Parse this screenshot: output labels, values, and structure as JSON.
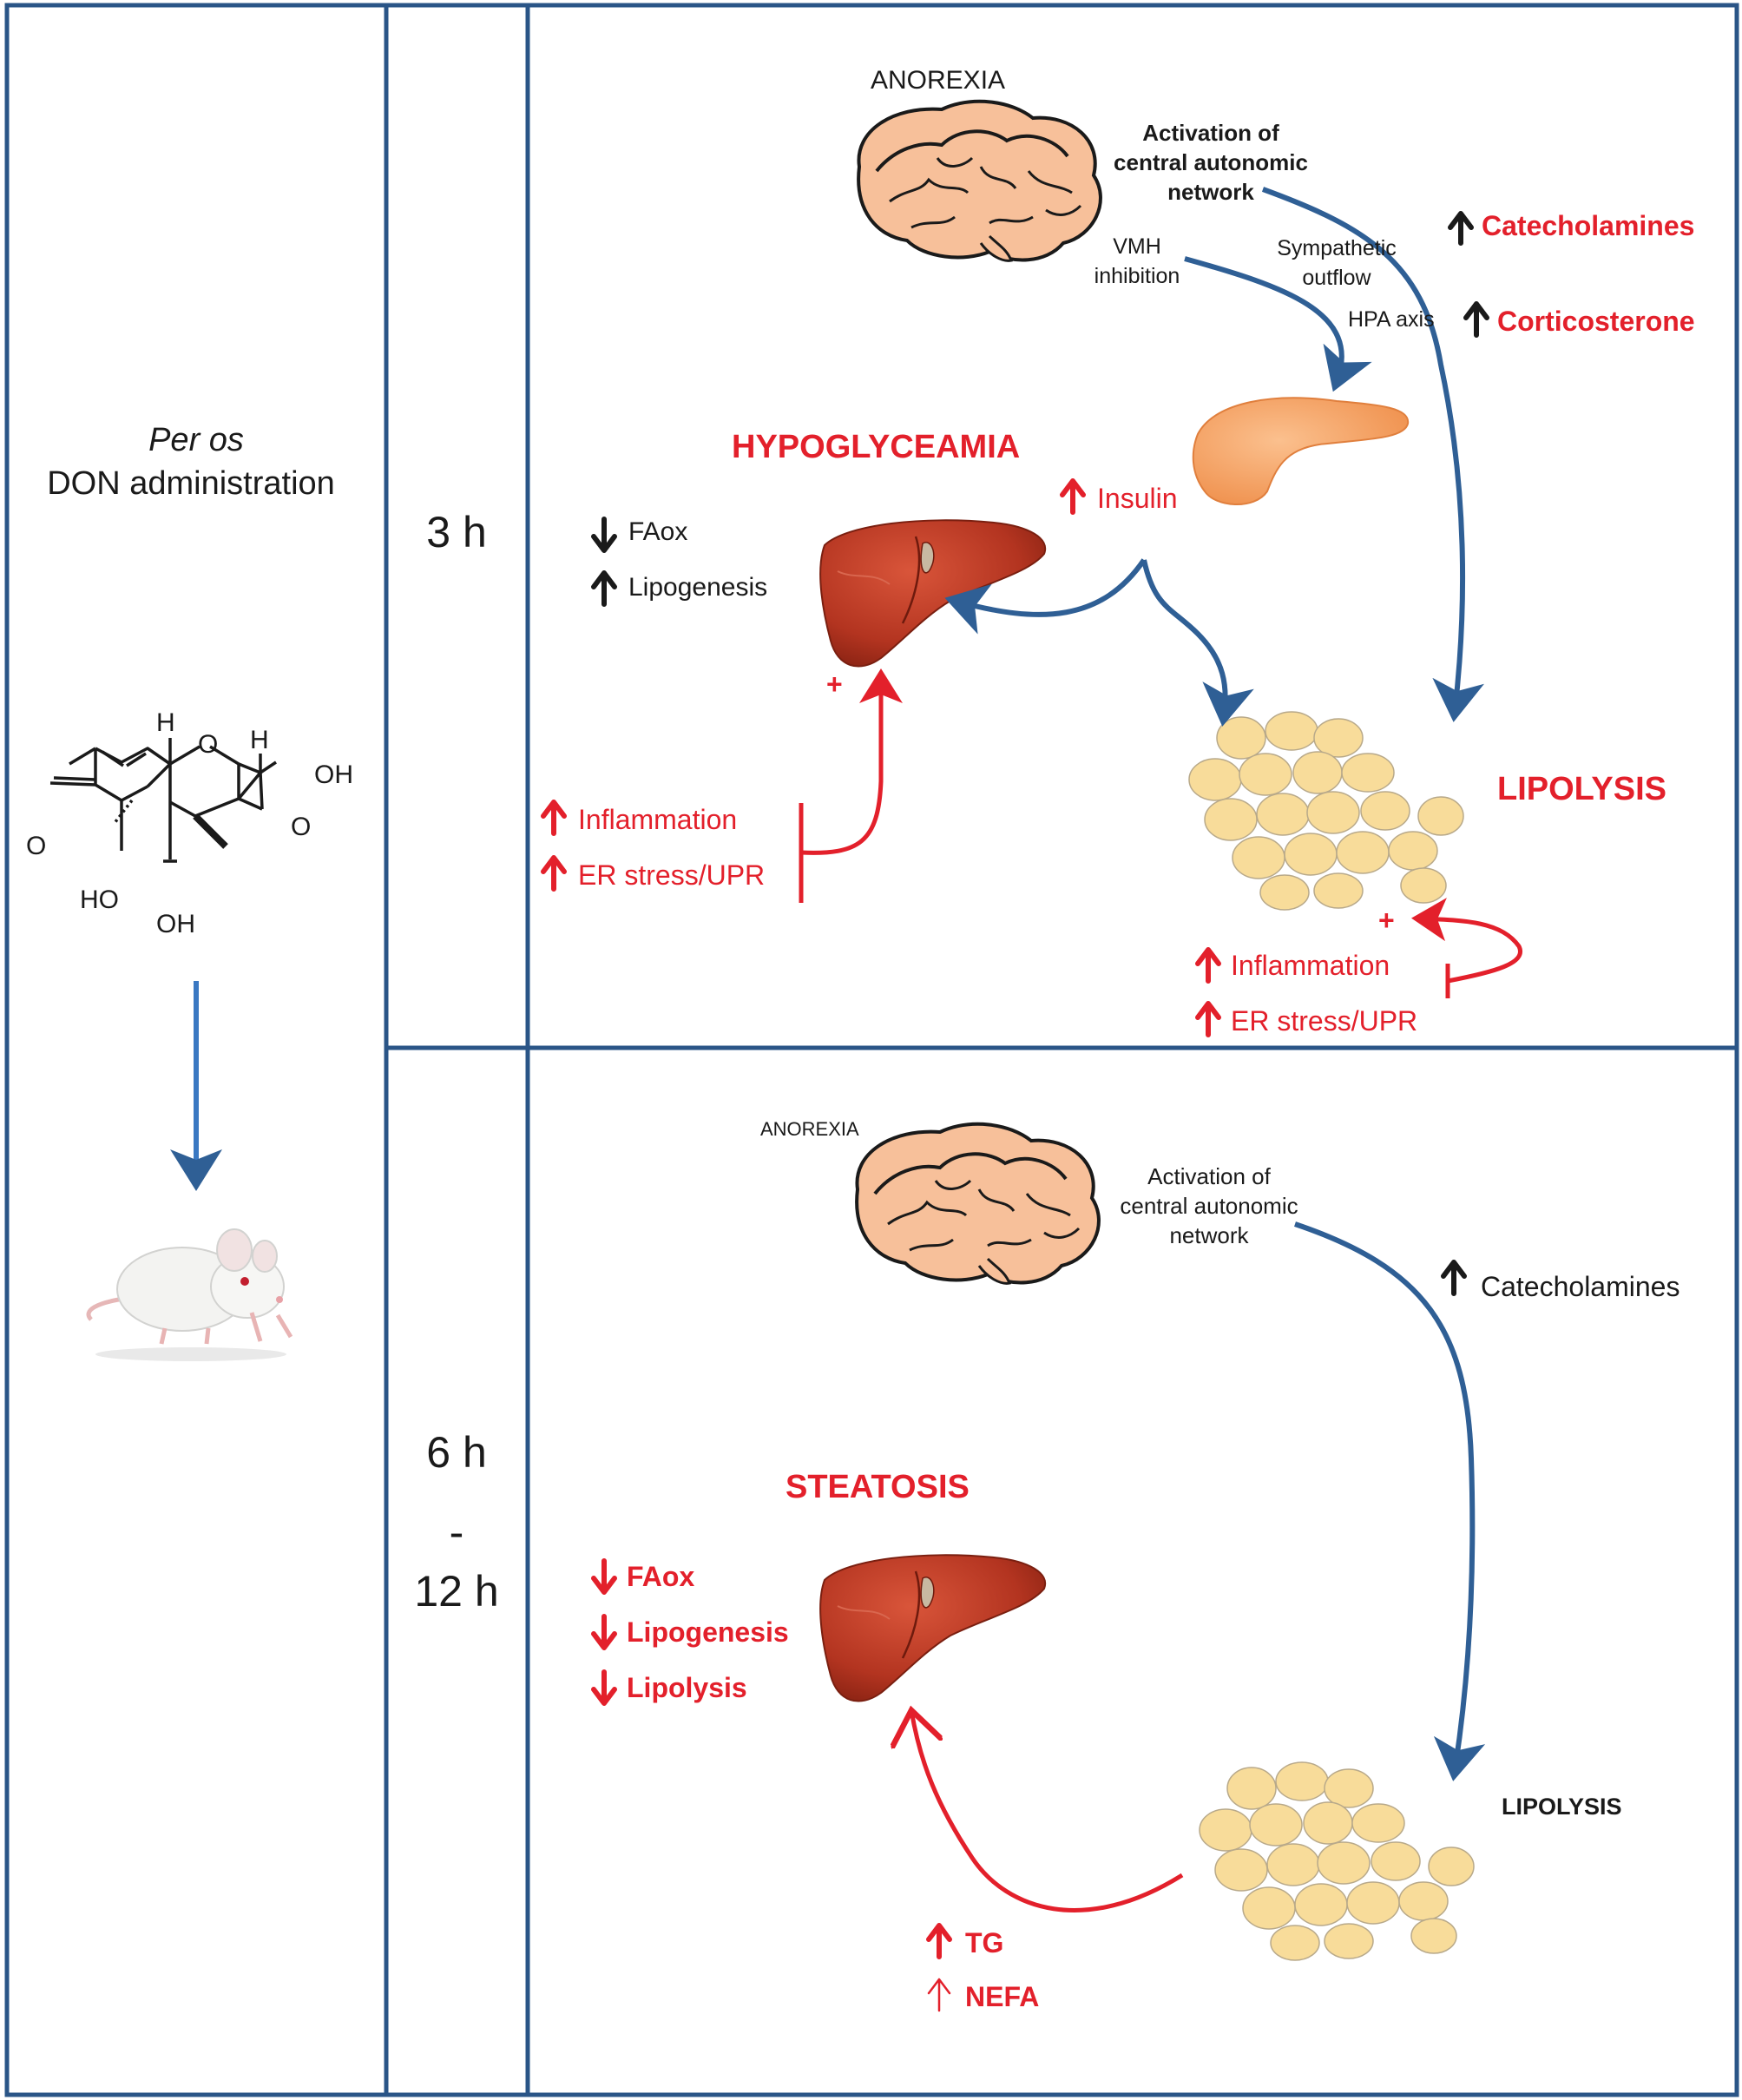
{
  "admin": {
    "line1": "Per os",
    "line2": "DON administration"
  },
  "molecule": {
    "h1": "H",
    "h2": "H",
    "oh1": "OH",
    "o_ring": "O",
    "o_epoxide": "O",
    "o_ketone": "O",
    "ho": "HO",
    "oh2": "OH"
  },
  "time1": "3 h",
  "time2": {
    "a": "6 h",
    "b": "-",
    "c": "12 h"
  },
  "panel1": {
    "anorexia": "ANOREXIA",
    "activation": [
      "Activation of",
      "central autonomic",
      "network"
    ],
    "vmh": [
      "VMH",
      "inhibition"
    ],
    "sympathetic": [
      "Sympathetic",
      "outflow"
    ],
    "hpa": "HPA axis",
    "catecholamines": "Catecholamines",
    "corticosterone": "Corticosterone",
    "hypoglyceamia": "HYPOGLYCEAMIA",
    "insulin": "Insulin",
    "faox": "FAox",
    "lipogenesis": "Lipogenesis",
    "plus_liver": "+",
    "inflammation": "Inflammation",
    "er_stress": "ER stress/UPR",
    "lipolysis": "LIPOLYSIS",
    "plus_fat": "+",
    "inflammation2": "Inflammation",
    "er_stress2": "ER stress/UPR"
  },
  "panel2": {
    "anorexia": "ANOREXIA",
    "activation": [
      "Activation of",
      "central autonomic",
      "network"
    ],
    "catecholamines": "Catecholamines",
    "steatosis": "STEATOSIS",
    "faox": "FAox",
    "lipogenesis": "Lipogenesis",
    "lipolysis_liver": "Lipolysis",
    "lipolysis": "LIPOLYSIS",
    "tg": "TG",
    "nefa": "NEFA"
  },
  "colors": {
    "frame": "#2a5587",
    "blue_arrow": "#2f5f95",
    "red": "#e3202b",
    "brain_fill": "#f7c09a",
    "liver_fill": "#b83a22",
    "fat_fill": "#f8dc9a",
    "pancreas_fill": "#f5a466"
  }
}
